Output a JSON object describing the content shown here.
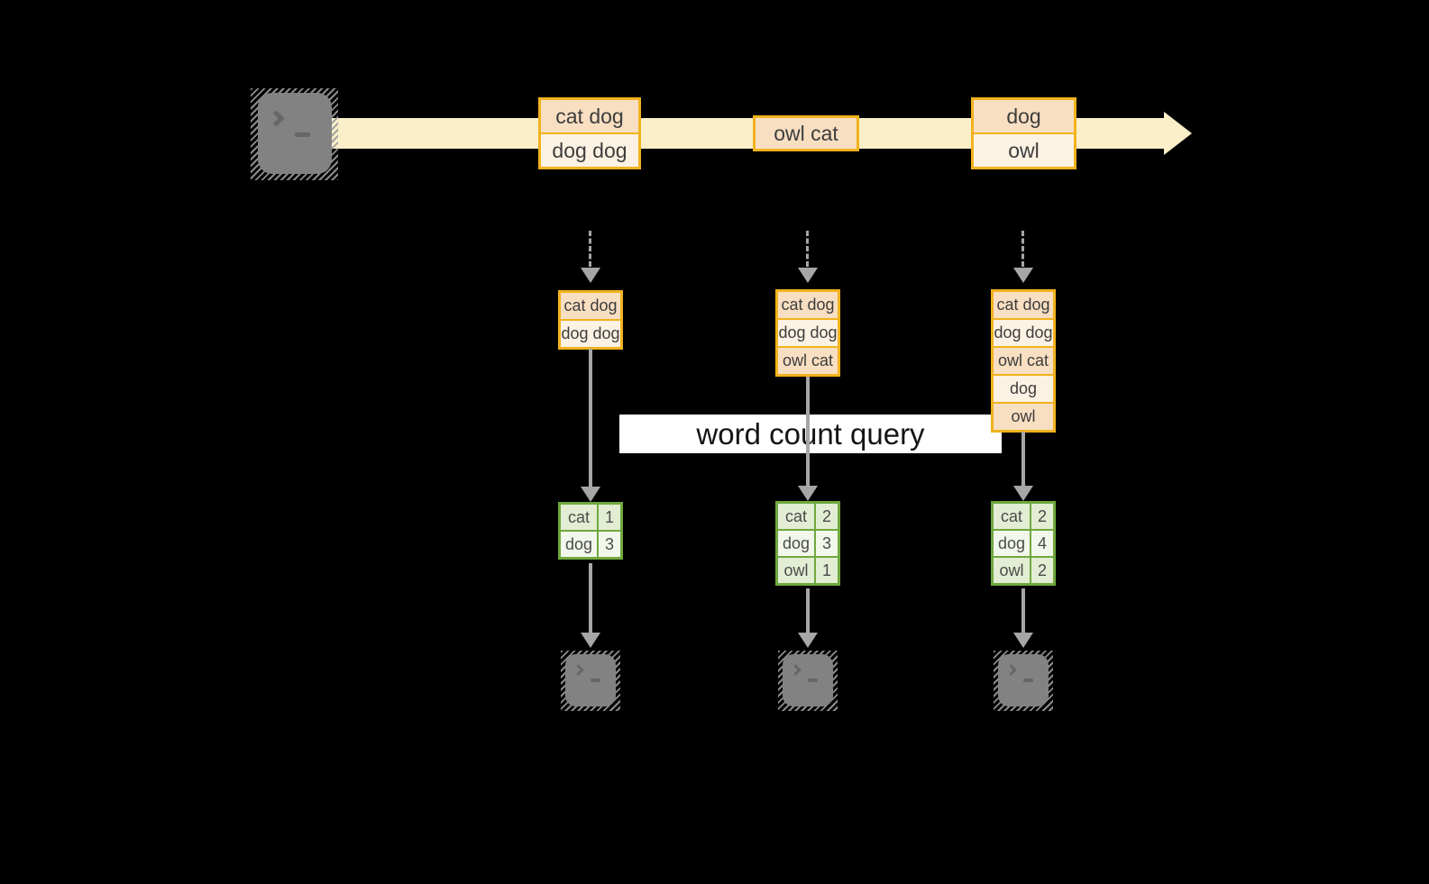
{
  "query_label": "word count query",
  "colors": {
    "background": "#000000",
    "stream_band": "#FBEFC9",
    "batch_border": "#F2B21E",
    "batch_fill_dark": "#F8DFC2",
    "batch_fill_light": "#FCF2E3",
    "table_border": "#6FA83E",
    "table_fill_dark": "#E2EDD3",
    "table_fill_light": "#F2F7EB",
    "arrow_grey": "#A6A6A6",
    "terminal_grey": "#828282",
    "query_band": "#FFFFFF"
  },
  "icons": {
    "source": "terminal-icon",
    "sink": "terminal-icon"
  },
  "stream": {
    "batches": [
      {
        "rows": [
          "cat dog",
          "dog dog"
        ]
      },
      {
        "rows": [
          "owl cat"
        ]
      },
      {
        "rows": [
          "dog",
          "owl"
        ]
      }
    ]
  },
  "columns": [
    {
      "state_rows": [
        "cat dog",
        "dog dog"
      ],
      "result": {
        "rows": [
          [
            "cat",
            "1"
          ],
          [
            "dog",
            "3"
          ]
        ]
      }
    },
    {
      "state_rows": [
        "cat dog",
        "dog dog",
        "owl cat"
      ],
      "result": {
        "rows": [
          [
            "cat",
            "2"
          ],
          [
            "dog",
            "3"
          ],
          [
            "owl",
            "1"
          ]
        ]
      }
    },
    {
      "state_rows": [
        "cat dog",
        "dog dog",
        "owl cat",
        "dog",
        "owl"
      ],
      "result": {
        "rows": [
          [
            "cat",
            "2"
          ],
          [
            "dog",
            "4"
          ],
          [
            "owl",
            "2"
          ]
        ]
      }
    }
  ]
}
